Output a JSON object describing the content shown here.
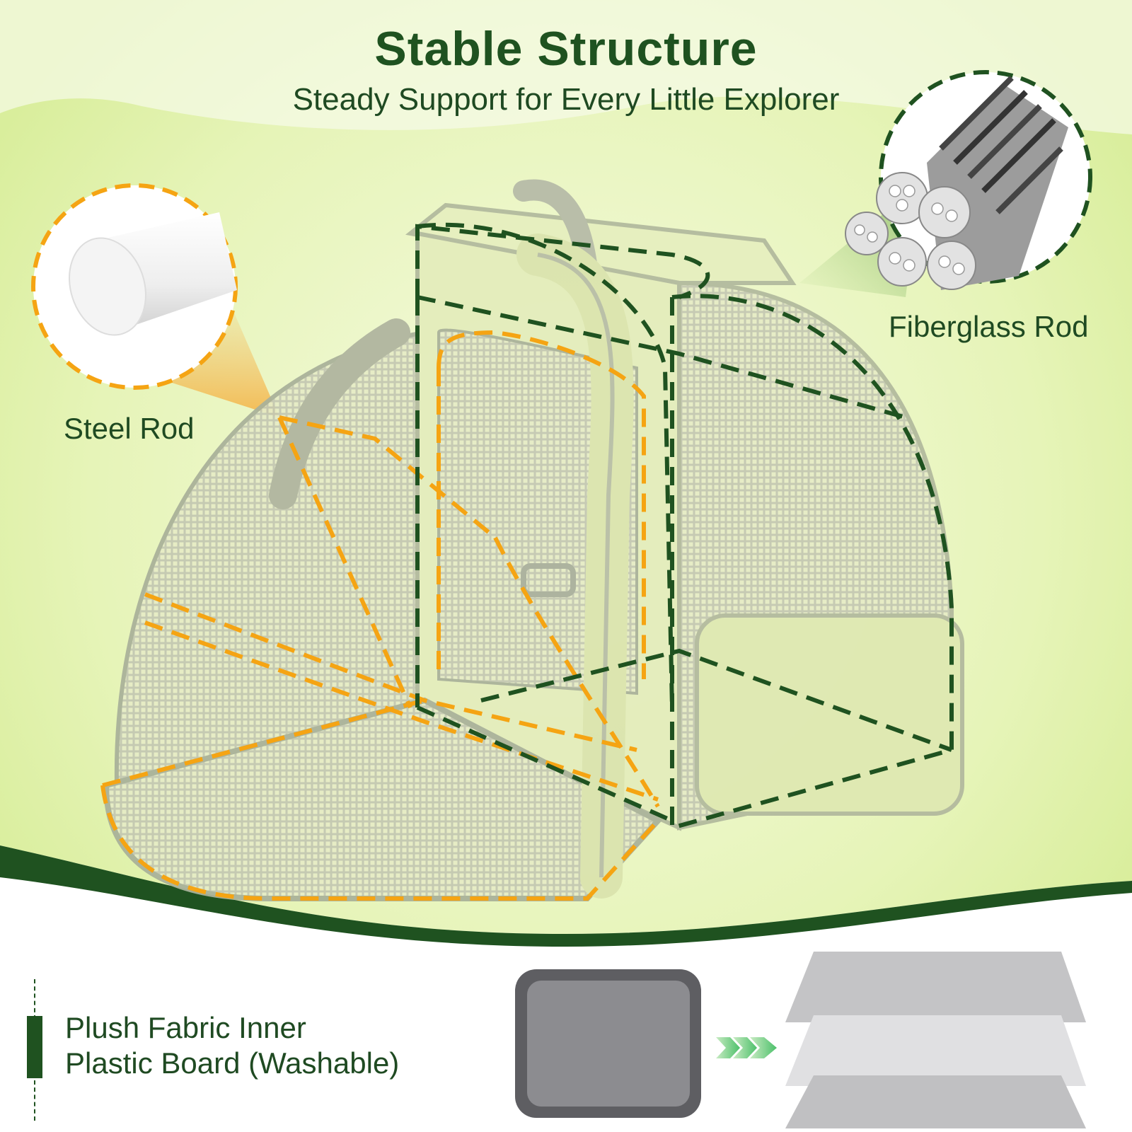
{
  "header": {
    "title": "Stable Structure",
    "subtitle": "Steady Support for Every Little Explorer"
  },
  "callouts": {
    "steel_rod": "Steel Rod",
    "fiberglass_rod": "Fiberglass Rod"
  },
  "bottom": {
    "line1": "Plush Fabric Inner",
    "line2": "Plastic Board (Washable)"
  },
  "colors": {
    "dark_green": "#1f5220",
    "orange": "#f5a413",
    "light_green": "#eef7c8",
    "mesh_gray": "#b6bca6"
  }
}
